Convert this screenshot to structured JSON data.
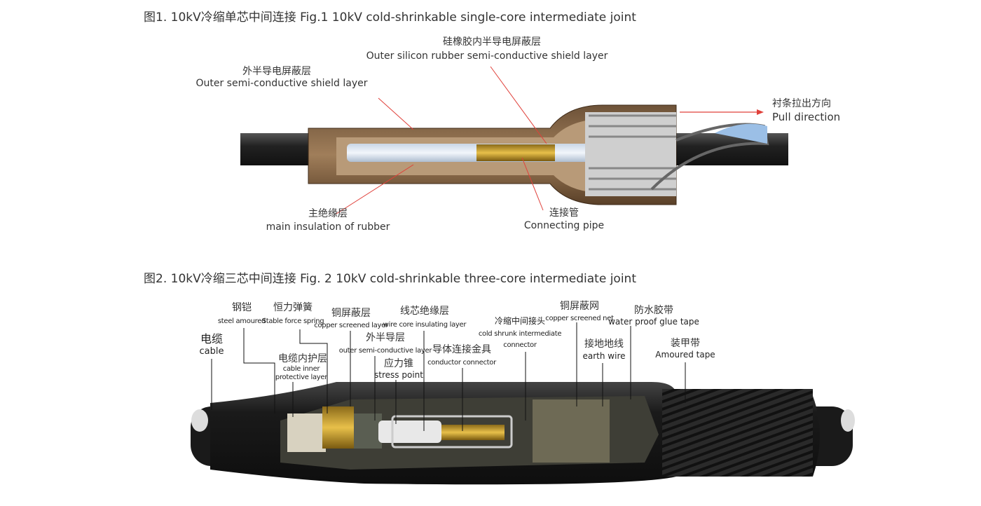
{
  "fig1": {
    "title": "图1. 10kV冷缩单芯中间连接  Fig.1   10kV cold-shrinkable single-core intermediate joint",
    "labels": {
      "silicon_shield_cn": "硅橡胶内半导电屏蔽层",
      "silicon_shield_en": "Outer silicon rubber semi-conductive shield layer",
      "outer_shield_cn": "外半导电屏蔽层",
      "outer_shield_en": "Outer semi-conductive shield layer",
      "pull_cn": "衬条拉出方向",
      "pull_en": "Pull direction",
      "main_ins_cn": "主绝缘层",
      "main_ins_en": "main insulation of  rubber",
      "pipe_cn": "连接管",
      "pipe_en": "Connecting pipe"
    }
  },
  "fig2": {
    "title": "图2. 10kV冷缩三芯中间连接  Fig. 2   10kV cold-shrinkable three-core intermediate joint",
    "labels": {
      "cable_cn": "电缆",
      "cable_en": "cable",
      "steel_cn": "钢铠",
      "steel_en": "steel amoured",
      "spring_cn": "恒力弹簧",
      "spring_en": "Stable force spring",
      "inner_cn": "电缆内护层",
      "inner_en1": "cable inner",
      "inner_en2": "protective layer",
      "copper_layer_cn": "铜屏蔽层",
      "copper_layer_en": "copper screened layer",
      "outer_semi_cn": "外半导层",
      "outer_semi_en": "outer semi-conductive layer",
      "stress_cn": "应力锥",
      "stress_en": "stress point",
      "wire_core_cn": "线芯绝缘层",
      "wire_core_en": "wire  core insulating layer",
      "conductor_cn": "导体连接金具",
      "conductor_en": "conductor connector",
      "cold_cn": "冷缩中间接头",
      "cold_en1": "cold shrunk intermediate",
      "cold_en2": "connector",
      "net_cn": "铜屏蔽网",
      "net_en": "copper screened net",
      "earth_cn": "接地地线",
      "earth_en": "earth wire",
      "water_cn": "防水胶带",
      "water_en": "water proof glue tape",
      "armour_cn": "装甲带",
      "armour_en": "Amoured tape"
    }
  },
  "colors": {
    "arrow": "#e0403a",
    "body": "#8a6a4a",
    "dark": "#1e1e1e"
  }
}
